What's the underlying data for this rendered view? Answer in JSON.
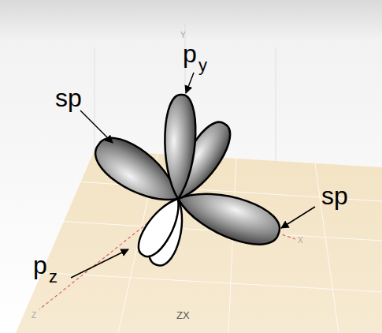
{
  "diagram": {
    "labels": [
      "sp",
      "p",
      "y",
      "sp",
      "p",
      "z",
      "Y",
      "X",
      "Z",
      "ZX"
    ]
  }
}
